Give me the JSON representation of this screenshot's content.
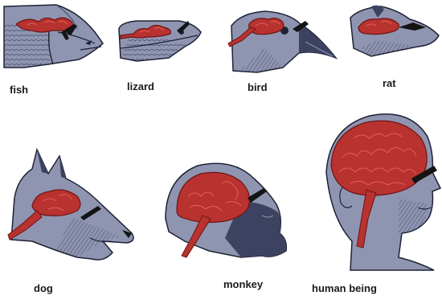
{
  "colors": {
    "head_fill": "#8f95b0",
    "head_dark": "#3d4260",
    "head_outline": "#1e2236",
    "brain_fill": "#b8322f",
    "brain_outline": "#6e1514",
    "brain_fold": "#e0615a",
    "olfactory_mark": "#141414",
    "label_text": "#1a1a1a"
  },
  "animals": [
    {
      "key": "fish",
      "label": "fish"
    },
    {
      "key": "lizard",
      "label": "lizard"
    },
    {
      "key": "bird",
      "label": "bird"
    },
    {
      "key": "rat",
      "label": "rat"
    },
    {
      "key": "dog",
      "label": "dog"
    },
    {
      "key": "monkey",
      "label": "monkey"
    },
    {
      "key": "human",
      "label": "human being"
    }
  ]
}
